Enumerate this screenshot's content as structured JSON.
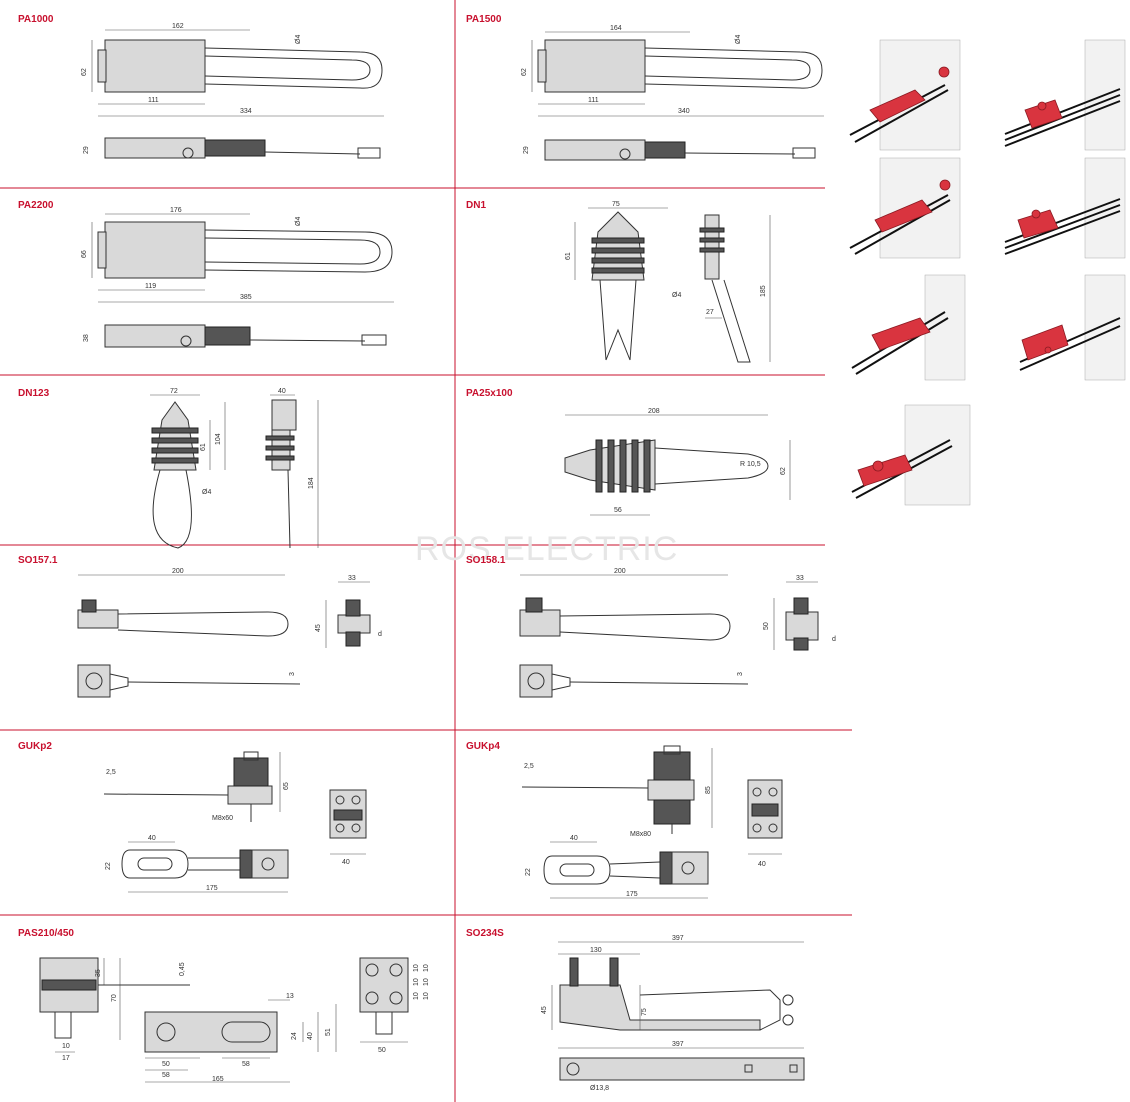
{
  "watermark": "ROS ELECTRIC",
  "colors": {
    "accent": "#c8102e",
    "clamp_red": "#d9343f",
    "line": "#333333"
  },
  "cells": [
    {
      "title": "PA1000",
      "dims": [
        "162",
        "Ø4",
        "62",
        "111",
        "334",
        "29"
      ]
    },
    {
      "title": "PA1500",
      "dims": [
        "164",
        "Ø4",
        "62",
        "111",
        "340",
        "29"
      ]
    },
    {
      "title": "PA2200",
      "dims": [
        "176",
        "Ø4",
        "66",
        "119",
        "385",
        "38"
      ]
    },
    {
      "title": "DN1",
      "dims": [
        "75",
        "61",
        "Ø4",
        "185",
        "27"
      ]
    },
    {
      "title": "DN123",
      "dims": [
        "72",
        "40",
        "61",
        "104",
        "Ø4",
        "184"
      ]
    },
    {
      "title": "PA25x100",
      "dims": [
        "208",
        "R 10,5",
        "62",
        "56"
      ]
    },
    {
      "title": "SO157.1",
      "dims": [
        "200",
        "33",
        "45",
        "d",
        "3"
      ]
    },
    {
      "title": "SO158.1",
      "dims": [
        "200",
        "33",
        "50",
        "d",
        "3"
      ]
    },
    {
      "title": "GUKp2",
      "dims": [
        "2,5",
        "65",
        "M8x60",
        "40",
        "22",
        "175",
        "40"
      ]
    },
    {
      "title": "GUKp4",
      "dims": [
        "2,5",
        "85",
        "M8x80",
        "40",
        "22",
        "175",
        "40"
      ]
    },
    {
      "title": "PAS210/450",
      "dims": [
        "35",
        "70",
        "0,45",
        "10",
        "17",
        "13",
        "24",
        "40",
        "51",
        "50",
        "58",
        "58",
        "165",
        "10",
        "10",
        "10",
        "10",
        "10",
        "10",
        "50"
      ]
    },
    {
      "title": "SO234S",
      "dims": [
        "397",
        "130",
        "45",
        "75",
        "397",
        "Ø13,8"
      ]
    }
  ],
  "illustrations": [
    "wall-mount-ptv-1",
    "pole-mount-junction-1",
    "wall-mount-ptv-2",
    "pole-mount-junction-2",
    "wall-mount-ptv-3",
    "pole-mount-junction-3",
    "wall-mount-ptv-4"
  ]
}
